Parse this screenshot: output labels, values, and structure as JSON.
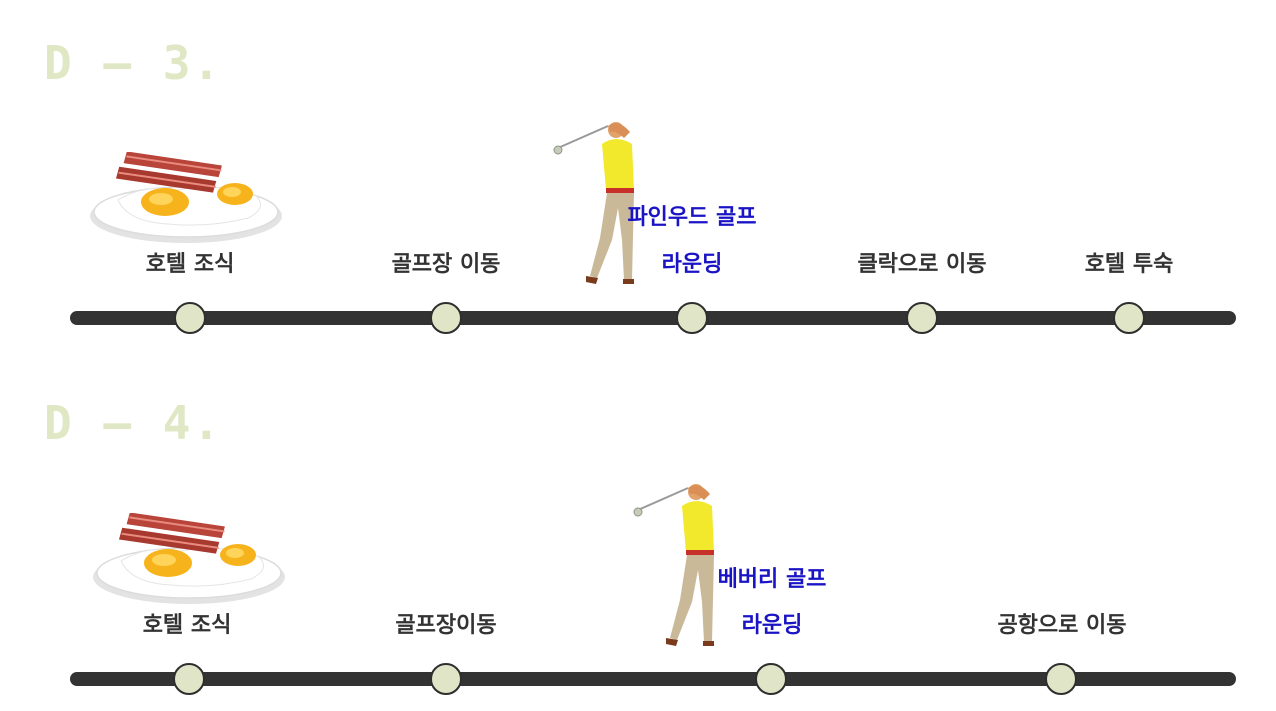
{
  "days": [
    {
      "label": "D – 3.",
      "stops": [
        {
          "label": "호텔 조식"
        },
        {
          "label": "골프장 이동"
        },
        {
          "label": "라운딩"
        },
        {
          "label": "클락으로 이동"
        },
        {
          "label": "호텔 투숙"
        }
      ],
      "golf_course": "파인우드 골프"
    },
    {
      "label": "D – 4.",
      "stops": [
        {
          "label": "호텔 조식"
        },
        {
          "label": "골프장이동"
        },
        {
          "label": "라운딩"
        },
        {
          "label": "공항으로 이동"
        }
      ],
      "golf_course": "베버리 골프"
    }
  ],
  "colors": {
    "day_label": "#dfe7c4",
    "timeline": "#333333",
    "dot_fill": "#dfe5c6",
    "text": "#333333",
    "highlight": "#1a14c4"
  },
  "icons": [
    "breakfast-plate-icon",
    "golfer-icon"
  ]
}
